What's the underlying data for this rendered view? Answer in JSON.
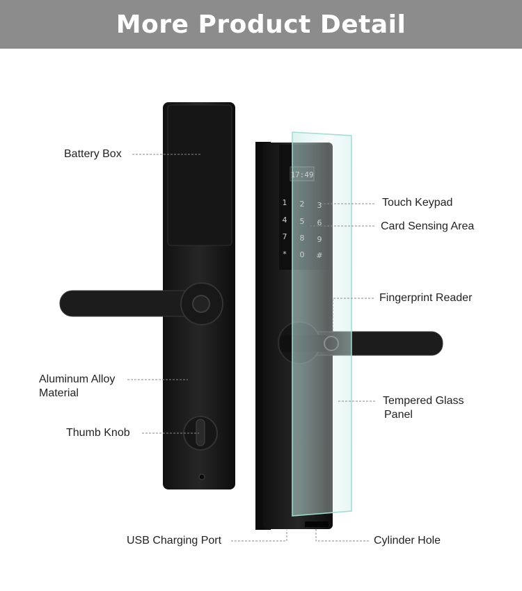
{
  "header": {
    "title": "More Product Detail"
  },
  "display": {
    "time": "17:49"
  },
  "keypad": {
    "keys": [
      "1",
      "2",
      "3",
      "4",
      "5",
      "6",
      "7",
      "8",
      "9",
      "*",
      "0",
      "#"
    ]
  },
  "labels": {
    "battery_box": "Battery Box",
    "aluminum_alloy_line1": "Aluminum Alloy",
    "aluminum_alloy_line2": "Material",
    "thumb_knob": "Thumb Knob",
    "usb_charging_port": "USB Charging Port",
    "touch_keypad": "Touch Keypad",
    "card_sensing_area": "Card Sensing Area",
    "fingerprint_reader": "Fingerprint Reader",
    "tempered_glass_line1": "Tempered Glass",
    "tempered_glass_line2": "Panel",
    "cylinder_hole": "Cylinder Hole"
  },
  "colors": {
    "banner": "#8c8c8c",
    "lock_body": "#1a1a1a",
    "glass": "#9fdcd2",
    "leader_line": "#8a8a8a"
  }
}
